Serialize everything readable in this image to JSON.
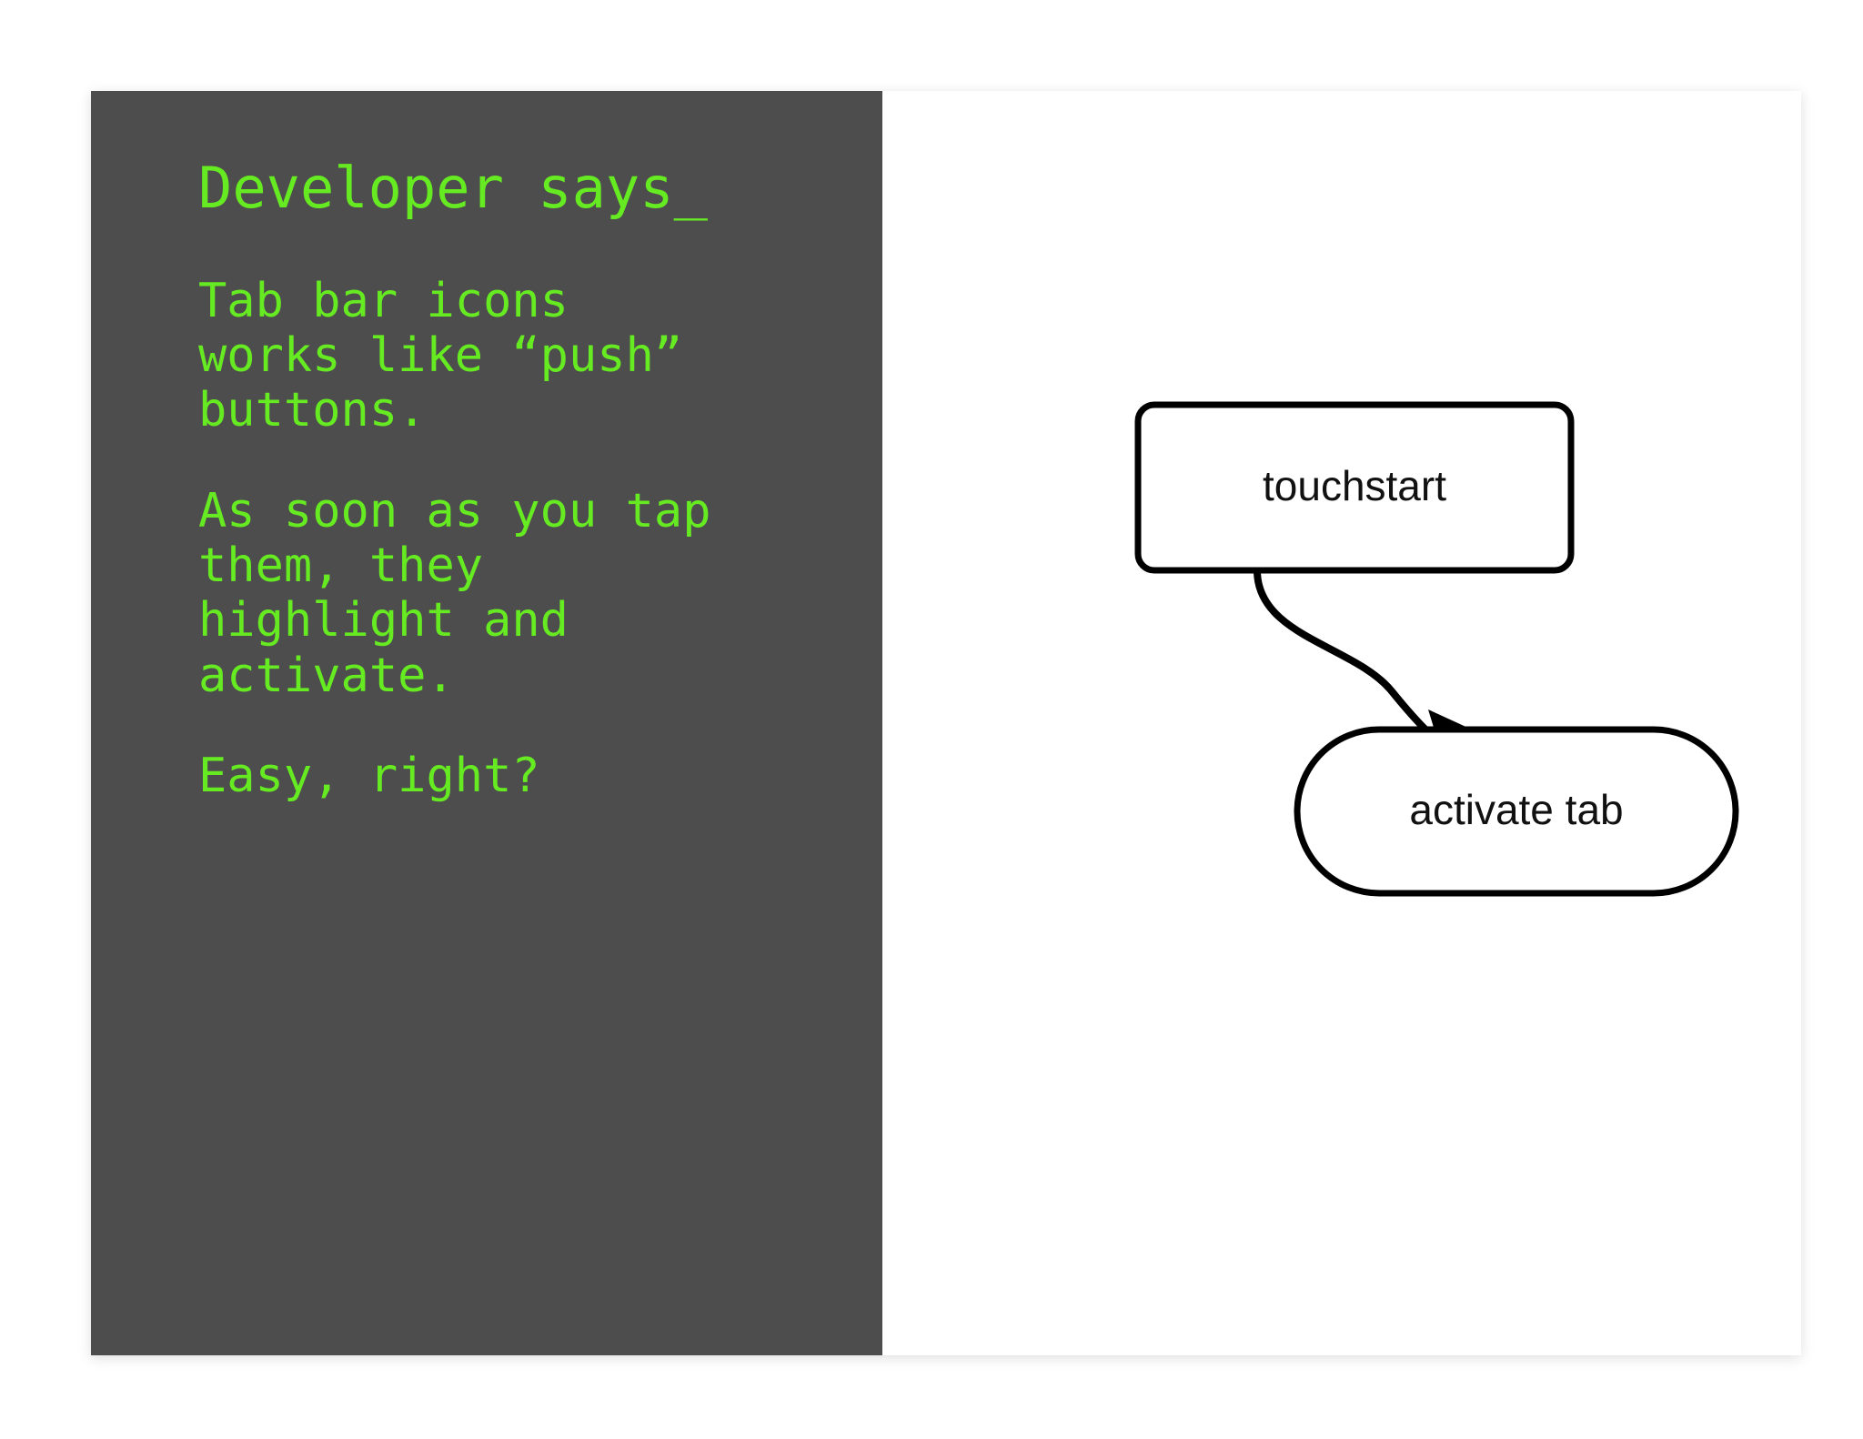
{
  "slide": {
    "background_color": "#ffffff",
    "panel_color": "#4d4d4d",
    "accent_color": "#66ea21"
  },
  "panel": {
    "title": "Developer says_",
    "paragraphs": [
      "Tab bar icons\nworks like “push”\nbuttons.",
      "As soon as you tap\nthem, they\nhighlight and\nactivate.",
      "Easy, right?"
    ]
  },
  "chart_data": {
    "type": "diagram",
    "title": "",
    "nodes": [
      {
        "id": "touchstart",
        "label": "touchstart",
        "shape": "rounded-rectangle"
      },
      {
        "id": "activate-tab",
        "label": "activate tab",
        "shape": "stadium"
      }
    ],
    "edges": [
      {
        "from": "touchstart",
        "to": "activate-tab",
        "label": "",
        "style": "curved-arrow"
      }
    ]
  }
}
